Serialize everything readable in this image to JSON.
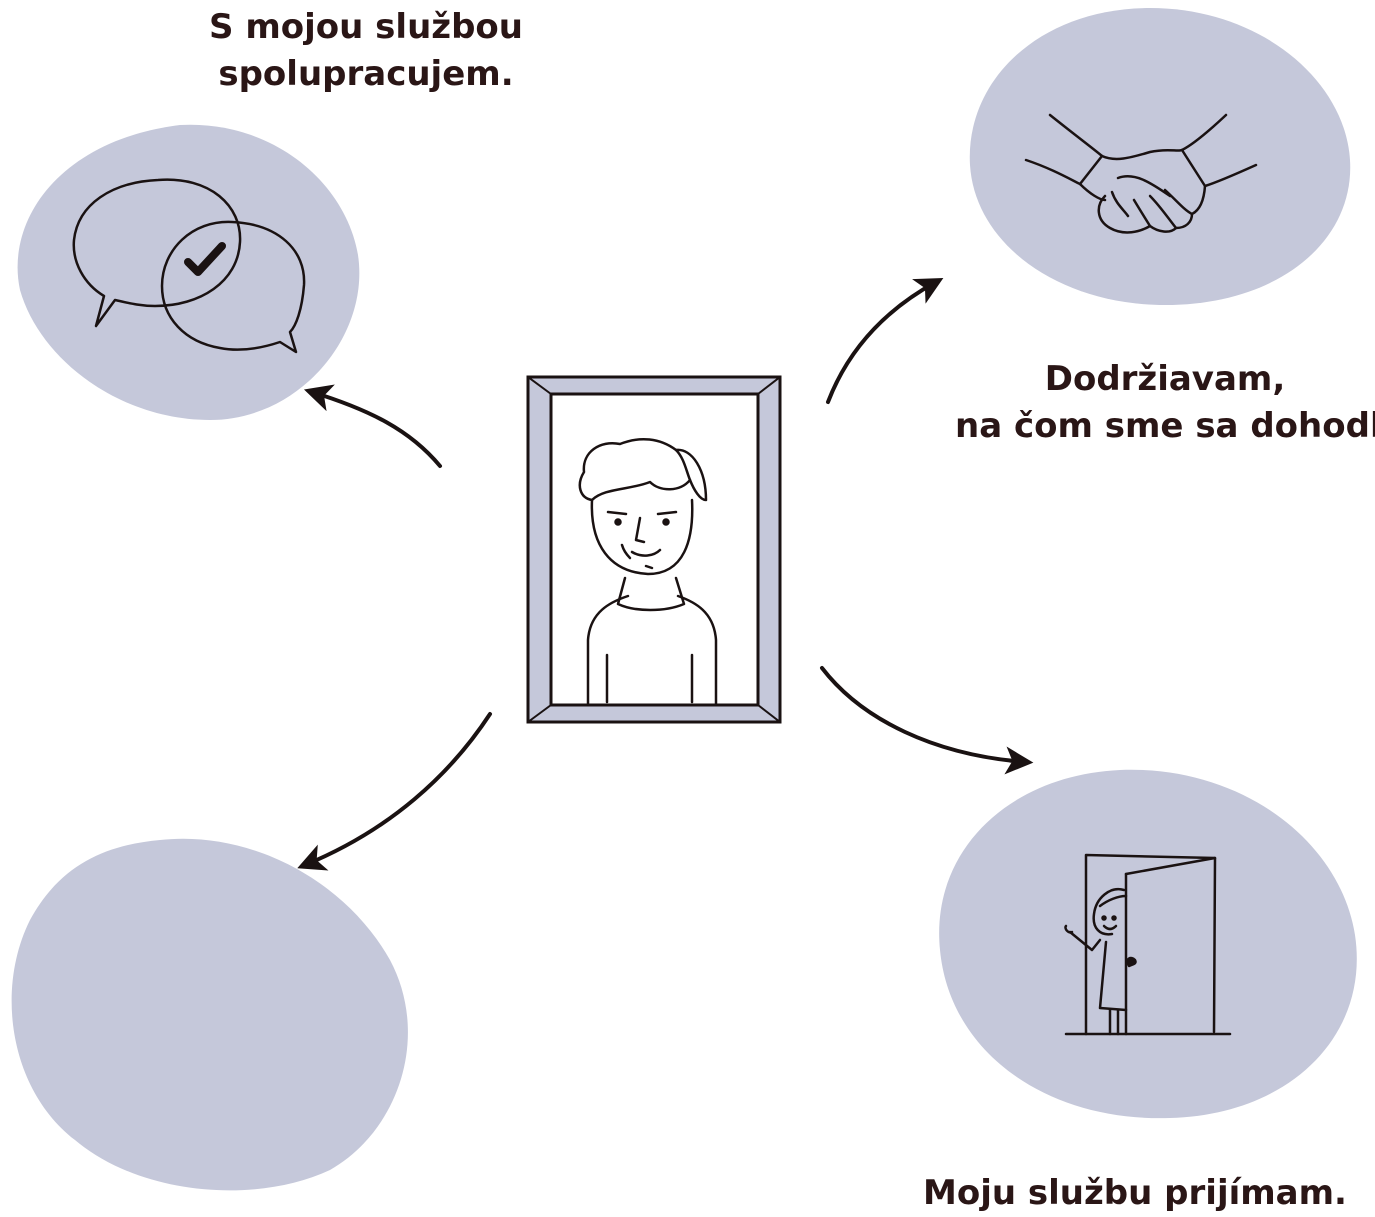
{
  "colors": {
    "blob": "#c5c8da",
    "frame": "#c5c8da",
    "ink": "#1a1212",
    "text": "#2a1616",
    "background": "#ffffff"
  },
  "center": {
    "name": "portrait-frame",
    "icon": "framed-person-portrait"
  },
  "nodes": [
    {
      "id": "top-left",
      "icon": "speech-bubbles-checkmark-icon",
      "lines": [
        "S mojou službou",
        "spolupracujem."
      ]
    },
    {
      "id": "top-right",
      "icon": "handshake-icon",
      "lines": [
        "Dodržiavam,",
        "na čom sme sa dohodli."
      ]
    },
    {
      "id": "bottom-right",
      "icon": "girl-opening-door-icon",
      "lines": [
        "Moju službu prijímam."
      ]
    },
    {
      "id": "bottom-left",
      "icon": "empty-blob",
      "lines": []
    }
  ]
}
